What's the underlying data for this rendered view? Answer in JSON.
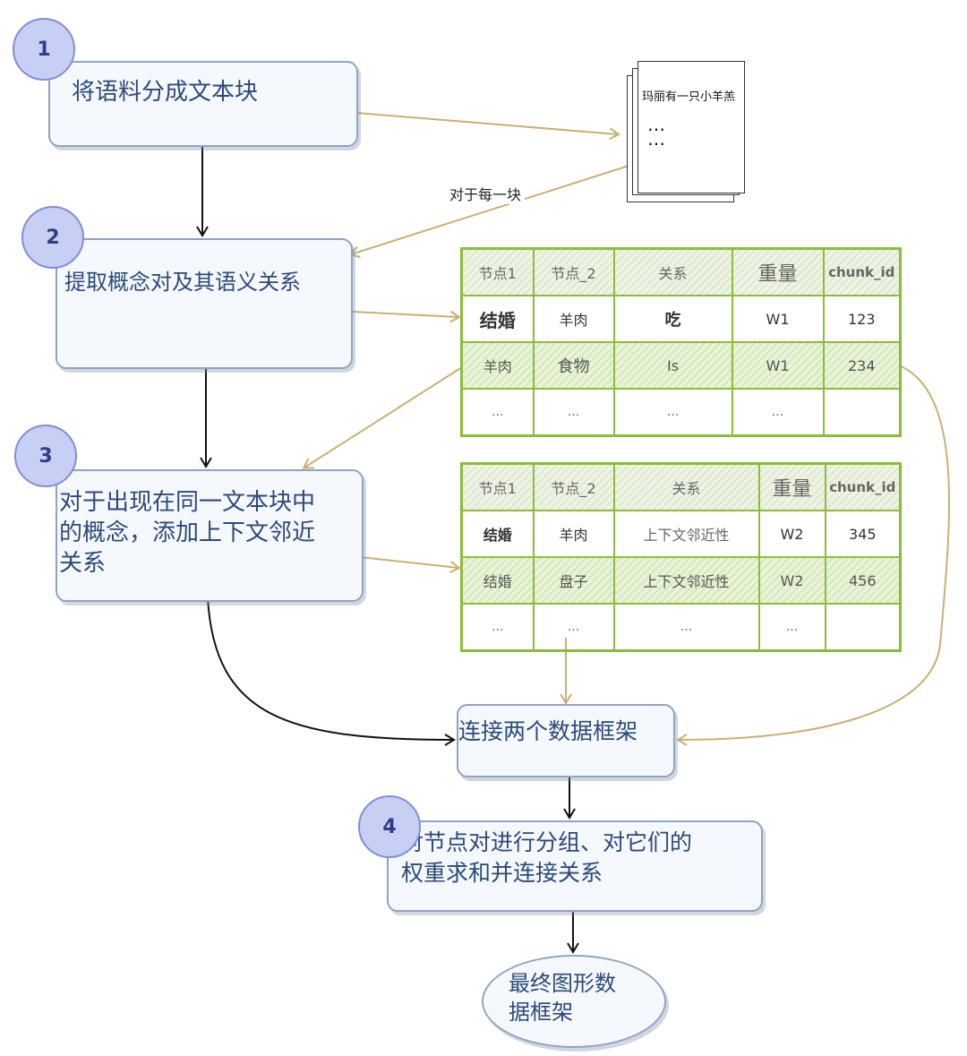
{
  "steps": {
    "s1": {
      "num": "1",
      "text": "将语料分成文本块"
    },
    "s2": {
      "num": "2",
      "text": "提取概念对及其语义关系"
    },
    "s3": {
      "num": "3",
      "lines": [
        "对于出现在同一文本块中",
        "的概念，添加上下文邻近",
        "关系"
      ]
    },
    "merge": {
      "text": "连接两个数据框架"
    },
    "s4": {
      "num": "4",
      "lines": [
        "对节点对进行分组、对它们的",
        "权重求和并连接关系"
      ]
    },
    "final": {
      "lines": [
        "最终图形数",
        "据框架"
      ]
    }
  },
  "document": {
    "title": "玛丽有一只小羊羔",
    "dots1": "…",
    "dots2": "…"
  },
  "edge_label": "对于每一块",
  "table1": {
    "headers": [
      "节点1",
      "节点_2",
      "关系",
      "重量",
      "chunk_id"
    ],
    "rows": [
      [
        "结婚",
        "羊肉",
        "吃",
        "W1",
        "123"
      ],
      [
        "羊肉",
        "食物",
        "Is",
        "W1",
        "234"
      ],
      [
        "...",
        "...",
        "...",
        "...",
        ""
      ]
    ]
  },
  "table2": {
    "headers": [
      "节点1",
      "节点_2",
      "关系",
      "重量",
      "chunk_id"
    ],
    "rows": [
      [
        "结婚",
        "羊肉",
        "上下文邻近性",
        "W2",
        "345"
      ],
      [
        "结婚",
        "盘子",
        "上下文邻近性",
        "W2",
        "456"
      ],
      [
        "...",
        "...",
        "...",
        "...",
        ""
      ]
    ]
  },
  "colors": {
    "box_border": "#8fa4c4",
    "box_text": "#2b4a7a",
    "badge_fill": "#c7cff5",
    "table_border": "#8cbd3a",
    "tan_arrow": "#c9b072",
    "black_arrow": "#111111"
  }
}
